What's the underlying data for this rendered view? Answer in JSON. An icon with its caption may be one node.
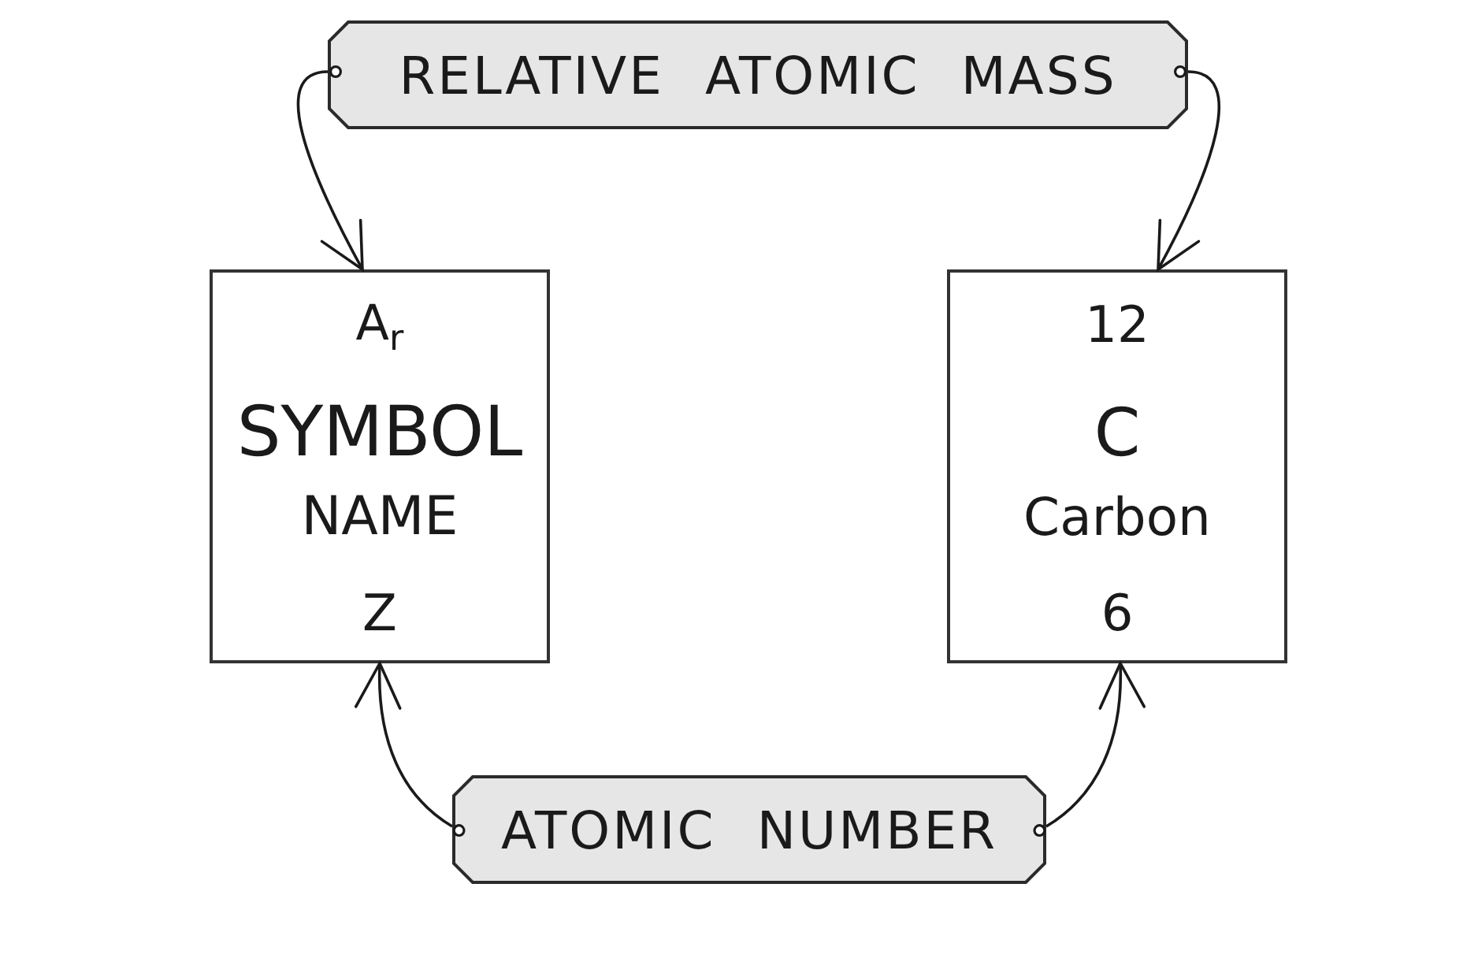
{
  "diagram": {
    "nodes": [
      {
        "text": [
          "RELATIVE ATOMIC MASS"
        ]
      },
      {
        "text": [
          "A$_{r}$",
          "SYMBOL",
          "NAME",
          "Z"
        ]
      },
      {
        "text": [
          "12",
          "C",
          "Carbon",
          "6"
        ]
      },
      {
        "text": [
          "ATOMIC NUMBER"
        ]
      }
    ],
    "edges": [
      {
        "from": 0,
        "to": 1,
        "arrow": "to"
      },
      {
        "from": 0,
        "to": 2,
        "arrow": "to"
      },
      {
        "from": 3,
        "to": 1,
        "arrow": "to"
      },
      {
        "from": 3,
        "to": 2,
        "arrow": "to"
      }
    ]
  }
}
